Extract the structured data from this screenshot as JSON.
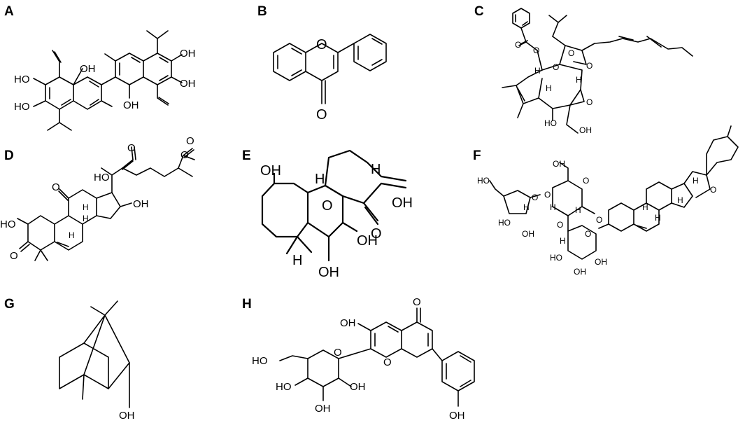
{
  "panels": {
    "A": {
      "letter": "A",
      "labels": [
        "OH",
        "HO",
        "HO",
        "OH",
        "OH",
        "OH"
      ]
    },
    "B": {
      "letter": "B",
      "labels": [
        "O",
        "O"
      ]
    },
    "C": {
      "letter": "C",
      "labels": [
        "O",
        "O",
        "O",
        "O",
        "O",
        "H",
        "O",
        "HO",
        "OH",
        "H",
        "H"
      ]
    },
    "D": {
      "letter": "D",
      "labels": [
        "O",
        "O",
        "O",
        "HO",
        "OH",
        "O",
        "HO",
        "O",
        "H",
        "H",
        "H"
      ]
    },
    "E": {
      "letter": "E",
      "labels": [
        "OH",
        "H",
        "H",
        "O",
        "OH",
        "O",
        "OH",
        "OH",
        "H"
      ]
    },
    "F": {
      "letter": "F",
      "labels": [
        "HO",
        "O",
        "H",
        "HO",
        "OH",
        "O",
        "H",
        "O",
        "OH",
        "O",
        "H",
        "O",
        "H",
        "HO",
        "OH",
        "OH",
        "O",
        "O",
        "H",
        "H",
        "H",
        "H"
      ]
    },
    "G": {
      "letter": "G",
      "labels": [
        "OH"
      ]
    },
    "H": {
      "letter": "H",
      "labels": [
        "OH",
        "O",
        "HO",
        "O",
        "HO",
        "OH",
        "OH",
        "O",
        "OH"
      ]
    }
  }
}
